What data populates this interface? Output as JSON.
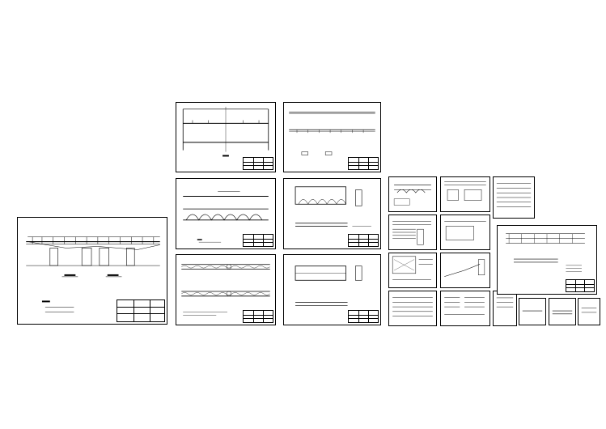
{
  "sheets": [
    {
      "id": "elevation-overview"
    },
    {
      "id": "deck-elevation-a"
    },
    {
      "id": "deck-elevation-b"
    },
    {
      "id": "arch-elevation-a"
    },
    {
      "id": "arch-elevation-b"
    },
    {
      "id": "deck-plan"
    },
    {
      "id": "beam-detail"
    },
    {
      "id": "detail-group"
    },
    {
      "id": "side-sheet"
    }
  ]
}
